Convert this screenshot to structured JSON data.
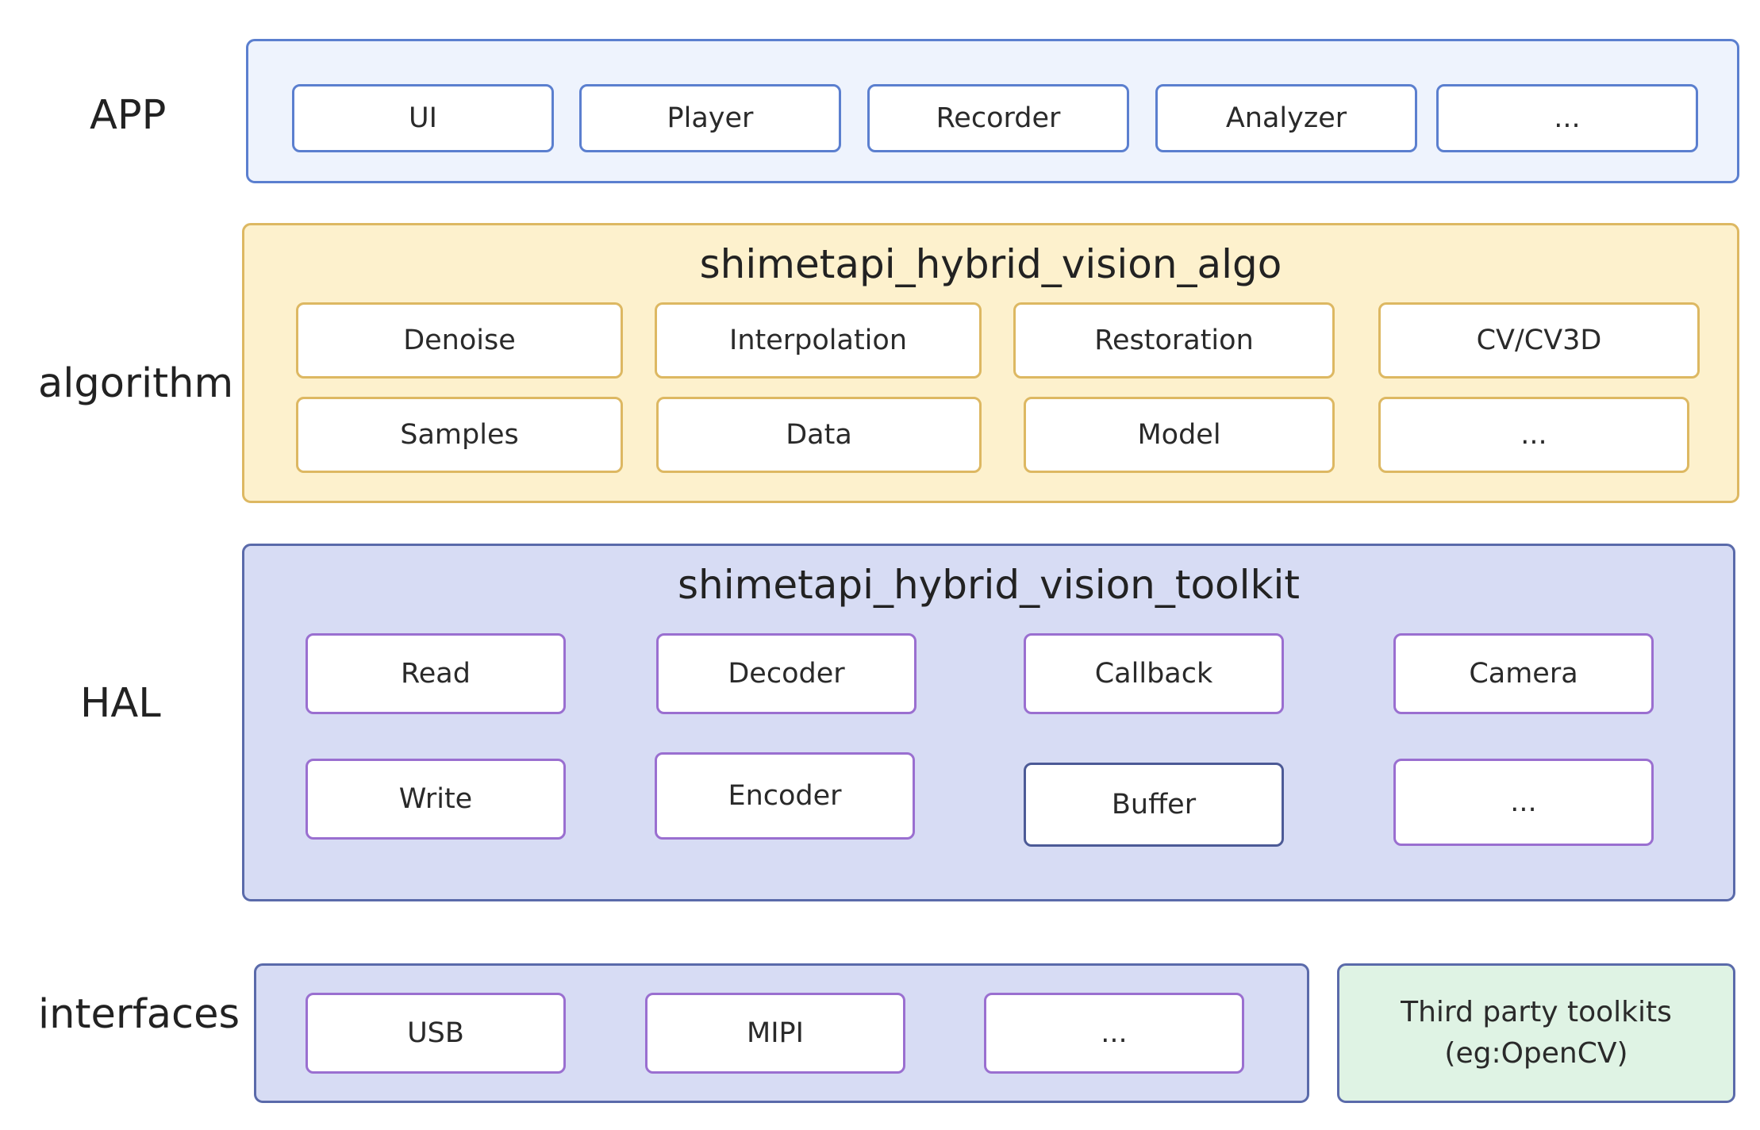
{
  "layers": {
    "app": {
      "label": "APP",
      "modules": [
        "UI",
        "Player",
        "Recorder",
        "Analyzer",
        "..."
      ]
    },
    "algorithm": {
      "label": "algorithm",
      "title": "shimetapi_hybrid_vision_algo",
      "modules": [
        "Denoise",
        "Interpolation",
        "Restoration",
        "CV/CV3D",
        "Samples",
        "Data",
        "Model",
        "..."
      ]
    },
    "hal": {
      "label": "HAL",
      "title": "shimetapi_hybrid_vision_toolkit",
      "modules": [
        "Read",
        "Decoder",
        "Callback",
        "Camera",
        "Write",
        "Encoder",
        "Buffer",
        "..."
      ]
    },
    "interfaces": {
      "label": "interfaces",
      "modules": [
        "USB",
        "MIPI",
        "..."
      ],
      "third_party": {
        "line1": "Third party  toolkits",
        "line2": "(eg:OpenCV)"
      }
    }
  },
  "colors": {
    "app_fill": "#eef3fd",
    "app_border": "#5b7fcf",
    "algo_fill": "#fdf1cd",
    "algo_border": "#ddb862",
    "hal_fill": "#d7dcf4",
    "hal_border": "#5a6aaa",
    "hal_module_border": "#9a6fd0",
    "third_party_fill": "#dff3e4"
  }
}
